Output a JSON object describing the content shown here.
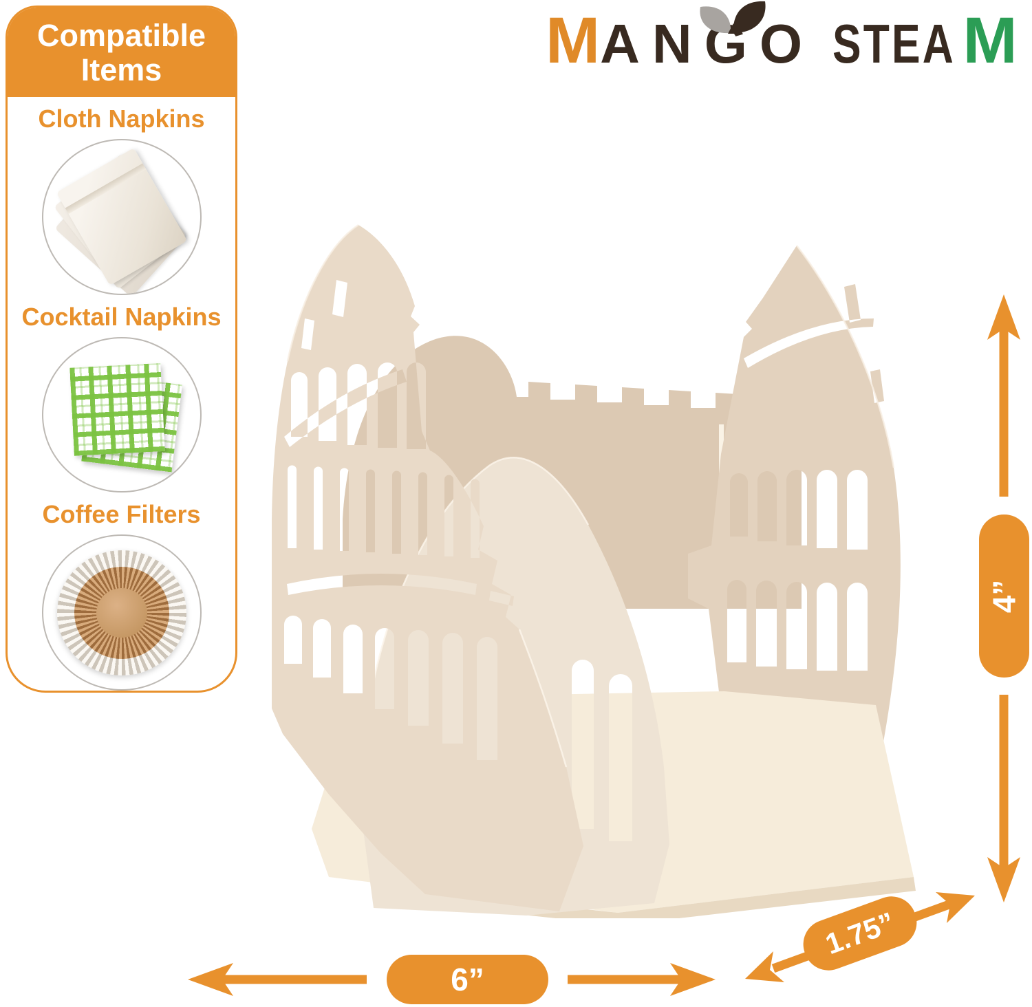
{
  "logo": {
    "m1": "M",
    "ango": "ANGO",
    "stea": "STEA",
    "m2": "M",
    "m1_color": "#E08A28",
    "text_color": "#382A20",
    "m2_color": "#2B9D55",
    "leaf_left_color": "#A8A4A0",
    "leaf_right_color": "#382A20"
  },
  "sidebar": {
    "accent_color": "#E8912D",
    "title_line1": "Compatible",
    "title_line2": "Items",
    "items": [
      {
        "label": "Cloth Napkins",
        "icon": "cloth-napkin-photo"
      },
      {
        "label": "Cocktail Napkins",
        "icon": "checkered-napkin-photo"
      },
      {
        "label": "Coffee Filters",
        "icon": "coffee-filter-photo"
      }
    ]
  },
  "product": {
    "alt": "Beige metal napkin holder shaped like the Roman Colosseum",
    "body_color": "#e7d7c5",
    "back_color": "#dcc9b3",
    "panel_color": "#eee3d4",
    "floor_color": "#f6ecda"
  },
  "dimensions": {
    "accent_color": "#E8912D",
    "height": "4”",
    "width": "6”",
    "depth": "1.75”"
  }
}
